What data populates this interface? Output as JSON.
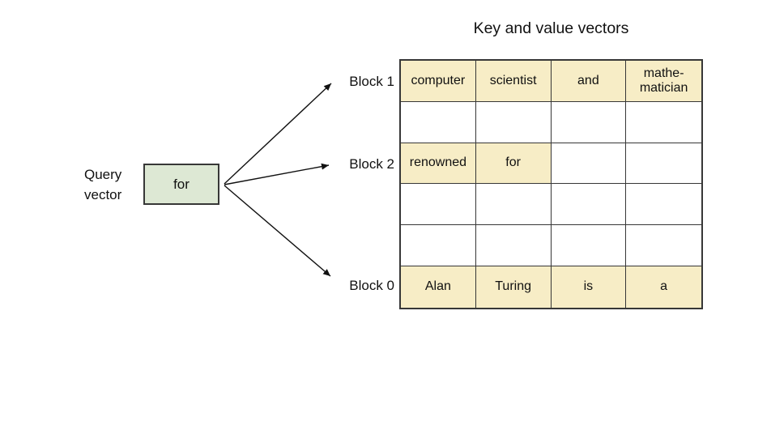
{
  "title": "Key and value vectors",
  "query_vector": {
    "label": "Query\nvector",
    "box_label": "for"
  },
  "block_labels": [
    {
      "label": "Block 1",
      "points_to_row": 0
    },
    {
      "label": "Block 2",
      "points_to_row": 2
    },
    {
      "label": "Block 0",
      "points_to_row": 5
    }
  ],
  "table": {
    "columns": 4,
    "rows": [
      {
        "cells": [
          "computer",
          "scientist",
          "and",
          "mathe-\nmatician"
        ],
        "highlighted": [
          true,
          true,
          true,
          true
        ]
      },
      {
        "cells": [
          "",
          "",
          "",
          ""
        ],
        "highlighted": [
          false,
          false,
          false,
          false
        ]
      },
      {
        "cells": [
          "renowned",
          "for",
          "",
          ""
        ],
        "highlighted": [
          true,
          true,
          false,
          false
        ]
      },
      {
        "cells": [
          "",
          "",
          "",
          ""
        ],
        "highlighted": [
          false,
          false,
          false,
          false
        ]
      },
      {
        "cells": [
          "",
          "",
          "",
          ""
        ],
        "highlighted": [
          false,
          false,
          false,
          false
        ]
      },
      {
        "cells": [
          "Alan",
          "Turing",
          "is",
          "a"
        ],
        "highlighted": [
          true,
          true,
          true,
          true
        ]
      }
    ]
  },
  "colors": {
    "highlight_fill": "#f7edc6",
    "query_box_fill": "#dde8d4",
    "line": "#373737",
    "text": "#111111",
    "background": "#ffffff"
  }
}
